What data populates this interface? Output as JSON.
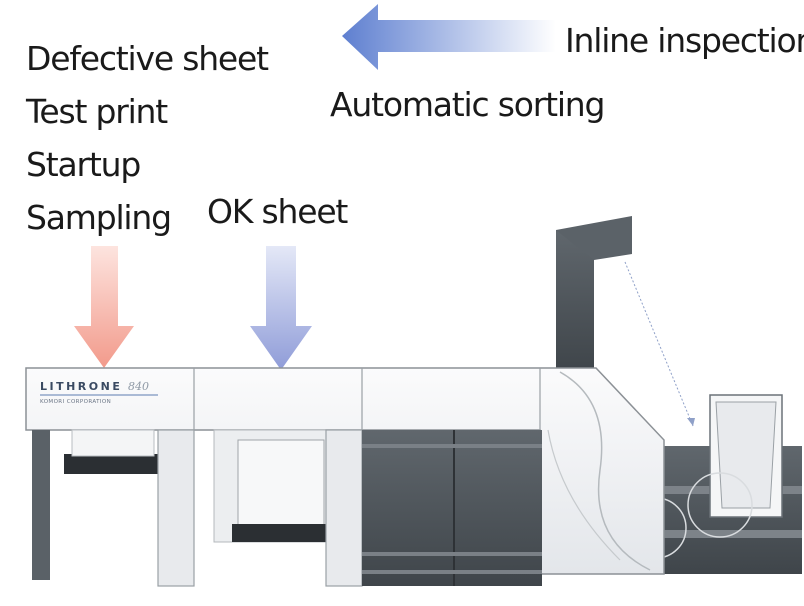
{
  "labels": {
    "defective_sheet": "Defective sheet",
    "test_print": "Test print",
    "startup": "Startup",
    "sampling": "Sampling",
    "ok_sheet": "OK sheet",
    "automatic_sorting": "Automatic sorting",
    "inline_inspection": "Inline inspection"
  },
  "press": {
    "brand": "LITHRONE",
    "model": "840",
    "maker": "KOMORI CORPORATION"
  },
  "colors": {
    "reject_arrow": "#f2a397",
    "ok_arrow": "#9aa6dd",
    "inspection_arrow": "#6c8ad4",
    "press_body": "#eef0f2",
    "press_dark": "#4b5258"
  },
  "icons": {
    "reject_arrow": "arrow-down-icon",
    "ok_arrow": "arrow-down-icon",
    "inspection_arrow": "arrow-left-icon"
  }
}
